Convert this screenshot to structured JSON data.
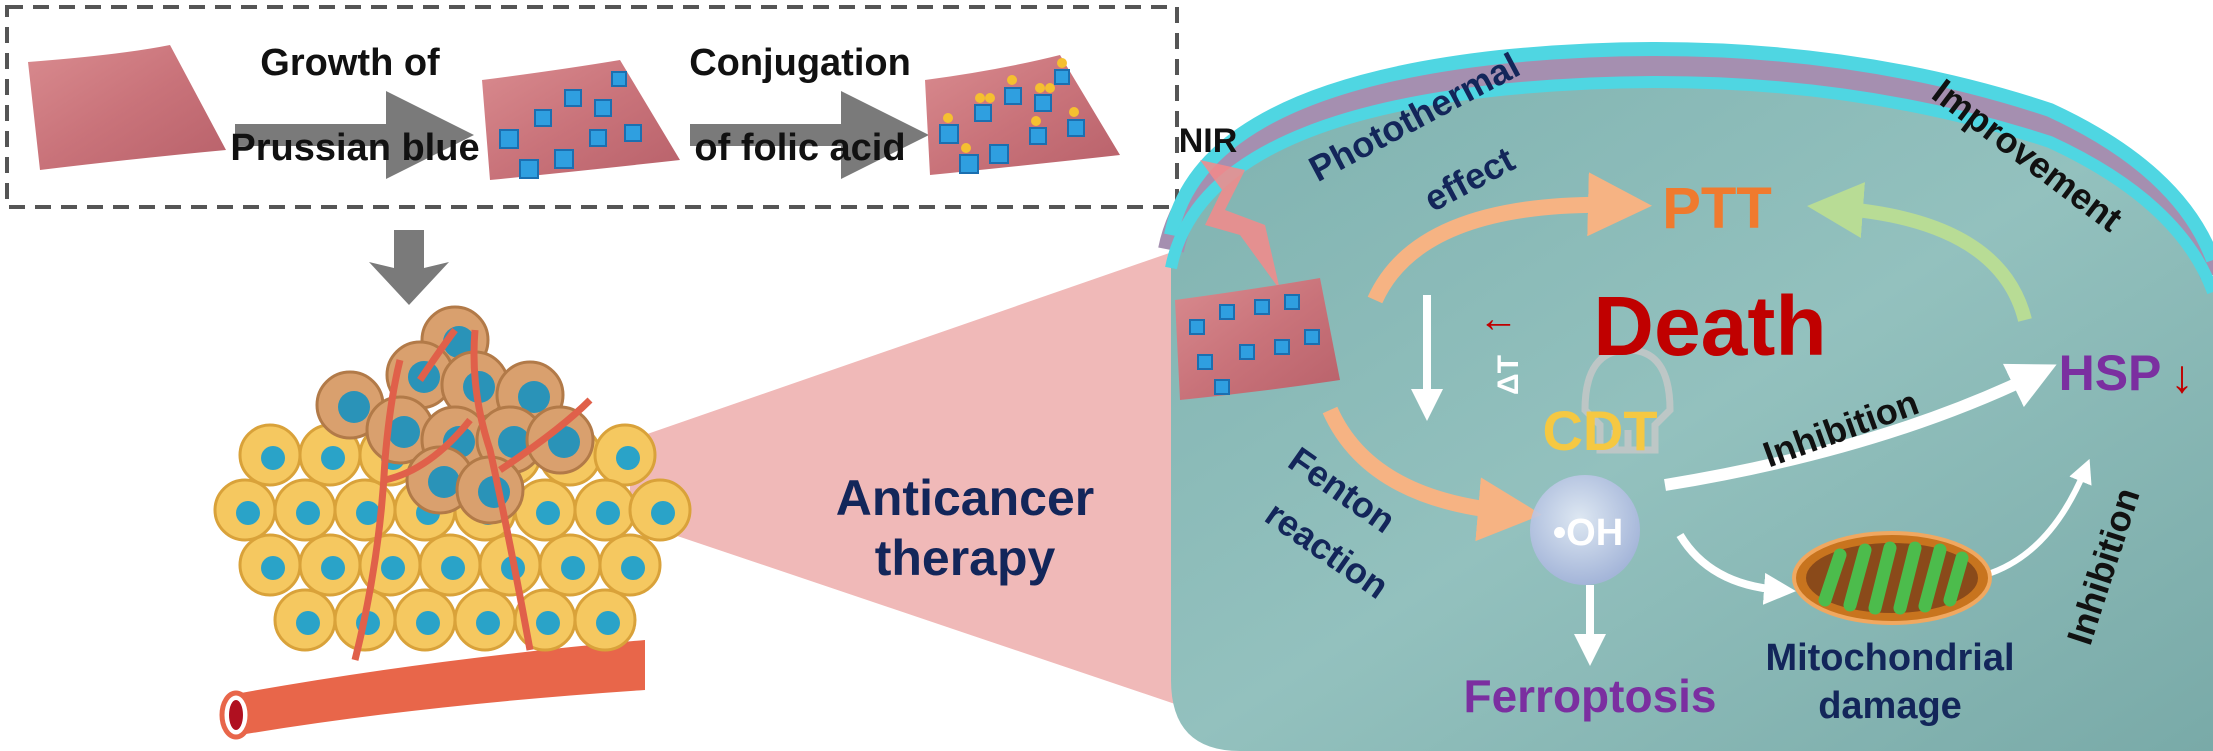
{
  "synthesis": {
    "step1_line1": "Growth of",
    "step1_line2": "Prussian blue",
    "step2_line1": "Conjugation",
    "step2_line2": "of folic acid"
  },
  "therapy_label": {
    "line1": "Anticancer",
    "line2": "therapy"
  },
  "mechanism": {
    "nir": "NIR",
    "photothermal_line1": "Photothermal",
    "photothermal_line2": "effect",
    "ptt": "PTT",
    "improvement": "Improvement",
    "death": "Death",
    "delta_t": "ΔT",
    "up_arrow": "↑",
    "cdt": "CDT",
    "inhibition_top": "Inhibition",
    "hsp": "HSP",
    "down_arrow": "↓",
    "fenton_line1": "Fenton",
    "fenton_line2": "reaction",
    "hydroxyl": "•OH",
    "ferroptosis": "Ferroptosis",
    "mito_line1": "Mitochondrial",
    "mito_line2": "damage",
    "inhibition_right": "Inhibition"
  },
  "colors": {
    "ptt": "#f07a2e",
    "death": "#c00000",
    "cdt": "#f5c842",
    "hsp": "#7b2fa0",
    "ferroptosis": "#7b2fa0",
    "navy": "#13265a",
    "membrane": "#4fd6e2"
  }
}
